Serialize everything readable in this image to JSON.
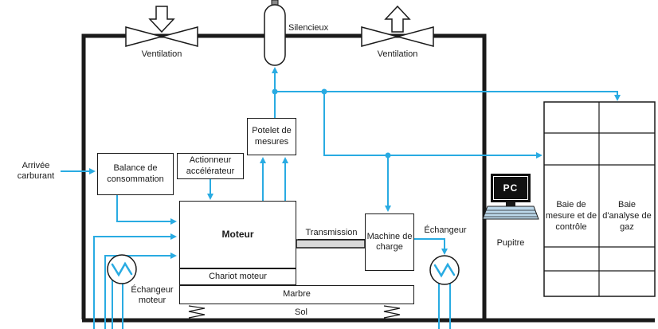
{
  "colors": {
    "pipe": "#29ABE2",
    "ink": "#1a1a1a",
    "screen": "#111111",
    "keyboard": "#bcd8ea"
  },
  "diagram": {
    "fuel_inlet_label": "Arrivée carburant",
    "ventilation_left_label": "Ventilation",
    "ventilation_right_label": "Ventilation",
    "silencer_label": "Silencieux",
    "boxes": {
      "balance": "Balance de consommation",
      "actuator": "Actionneur accélérateur",
      "measuring_post": "Potelet de mesures",
      "engine": "Moteur",
      "engine_cart": "Chariot moteur",
      "load_machine": "Machine de charge",
      "bedplate": "Marbre"
    },
    "transmission_label": "Transmission",
    "exchanger_engine_label": "Échangeur moteur",
    "exchanger_right_label": "Échangeur",
    "floor_label": "Sol",
    "control_room": {
      "pc_label": "PC",
      "desk_label": "Pupitre",
      "measure_bay_label": "Baie de mesure et de contrôle",
      "gas_bay_label": "Baie d'analyse de gaz"
    }
  }
}
